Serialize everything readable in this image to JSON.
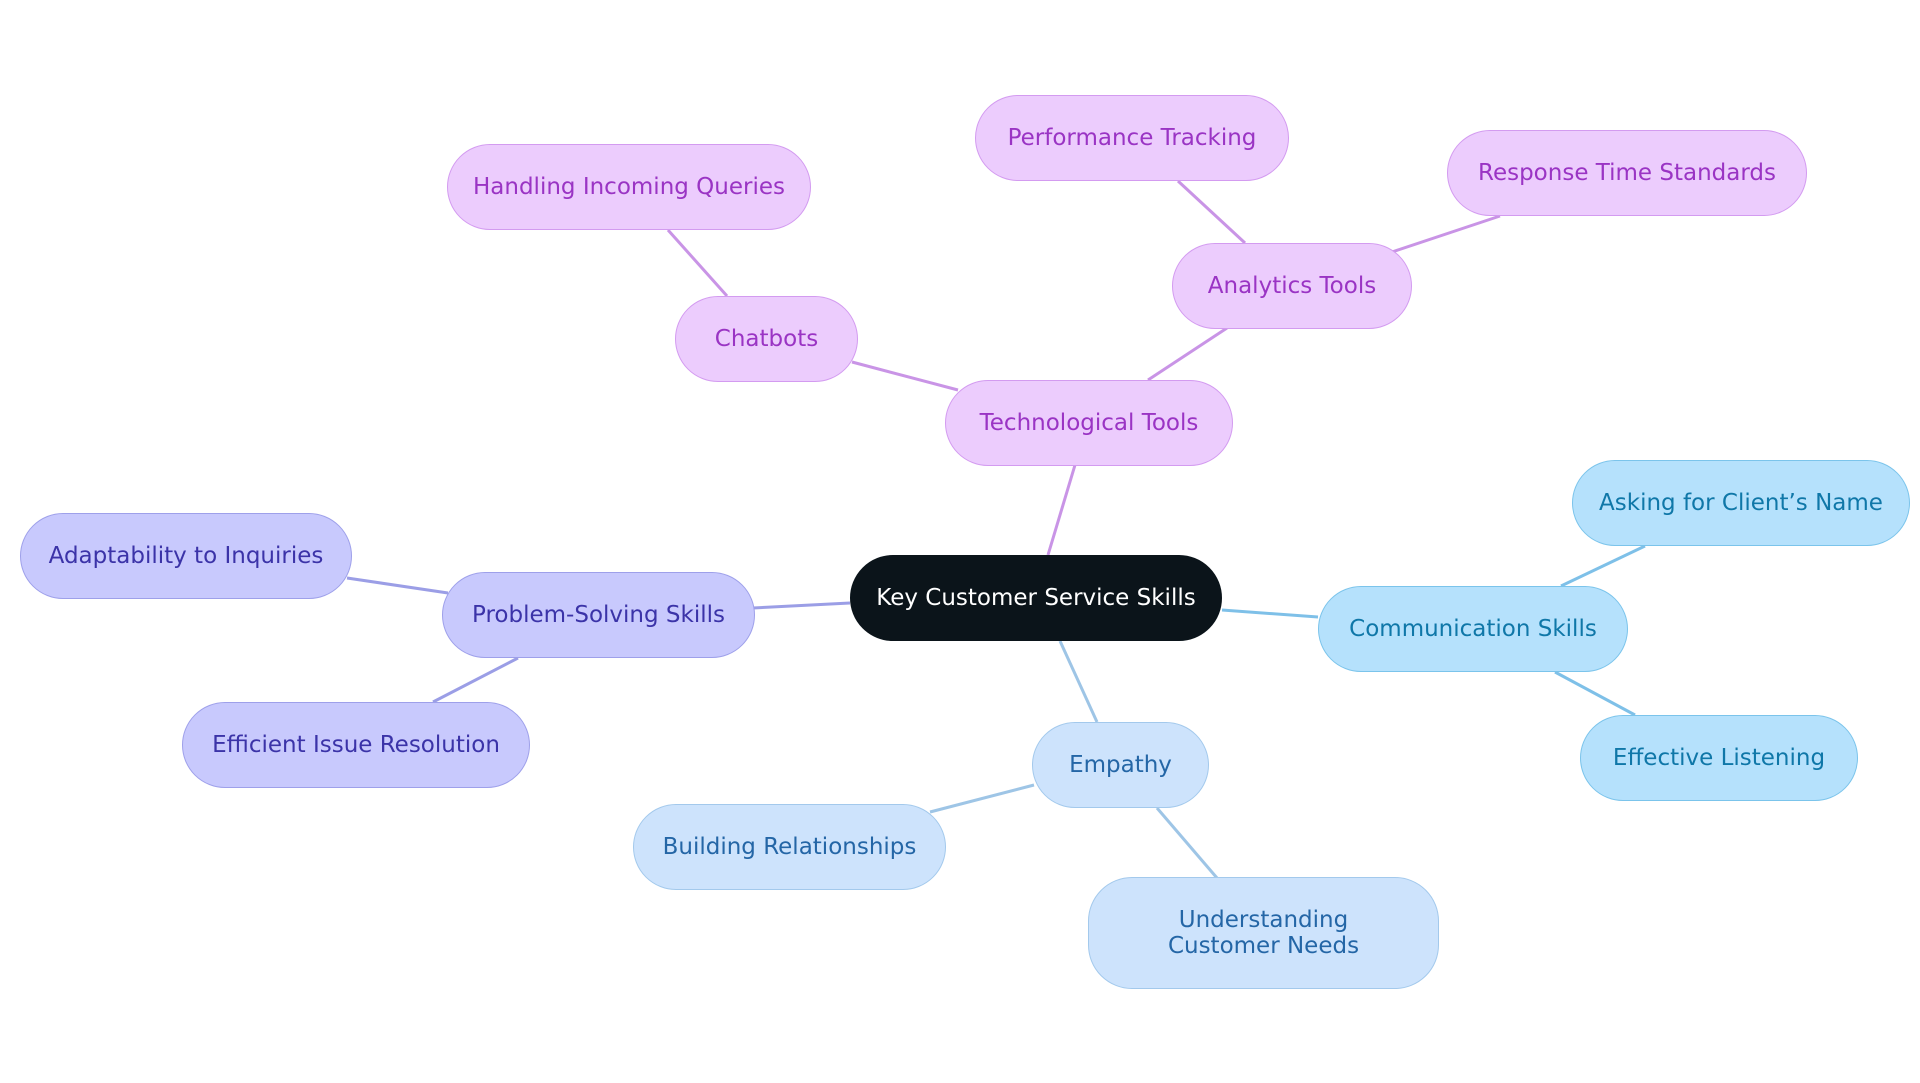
{
  "root": {
    "label": "Key Customer Service Skills"
  },
  "nodes": {
    "technological_tools": "Technological Tools",
    "chatbots": "Chatbots",
    "handling_incoming_queries": "Handling Incoming Queries",
    "analytics_tools": "Analytics Tools",
    "performance_tracking": "Performance Tracking",
    "response_time_standards": "Response Time Standards",
    "problem_solving_skills": "Problem-Solving Skills",
    "adaptability_to_inquiries": "Adaptability to Inquiries",
    "efficient_issue_resolution": "Efficient Issue Resolution",
    "communication_skills": "Communication Skills",
    "asking_for_clients_name": "Asking for Client’s Name",
    "effective_listening": "Effective Listening",
    "empathy": "Empathy",
    "building_relationships": "Building Relationships",
    "understanding_customer_needs": "Understanding Customer Needs"
  },
  "colors": {
    "root": "#0b141a",
    "technological_branch": "#ecccfd",
    "technological_edge": "#c994e6",
    "problem_solving_branch": "#c8c9fd",
    "problem_solving_edge": "#9b9ee6",
    "communication_branch": "#b5e1fc",
    "communication_edge": "#7ec0e8",
    "empathy_branch": "#cde3fc",
    "empathy_edge": "#9ec5e6"
  }
}
